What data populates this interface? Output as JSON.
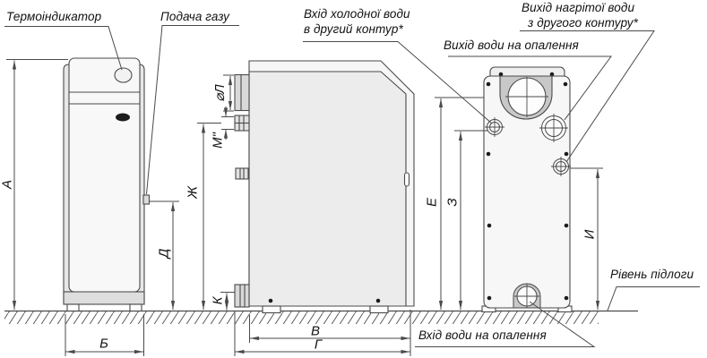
{
  "title": "Gas boiler dimensional diagram",
  "callouts": {
    "thermoindicator": "Термоіндикатор",
    "gas_supply": "Подача газу",
    "cold_water_inlet_line1": "Вхід холодної води",
    "cold_water_inlet_line2": "в другий контур*",
    "heating_water_outlet": "Вихід води на опалення",
    "dhw_outlet_line1": "Вихід нагрітої води",
    "dhw_outlet_line2": "з другого контуру*",
    "floor_level": "Рівень підлоги",
    "heating_water_inlet": "Вхід води на опалення"
  },
  "dimensions": {
    "a": "А",
    "b": "Б",
    "v": "В",
    "g": "Г",
    "d": "Д",
    "e": "Е",
    "zh": "Ж",
    "z": "З",
    "i": "И",
    "k": "К",
    "l": "⌀Л",
    "m": "М\""
  },
  "colors": {
    "line": "#4a4a4a",
    "text": "#111111",
    "body_fill": "#ececec",
    "panel_fill": "#f7f7f7",
    "shroud_fill": "#c8c8c8",
    "dark_window": "#1c1c1c",
    "background": "#ffffff"
  }
}
